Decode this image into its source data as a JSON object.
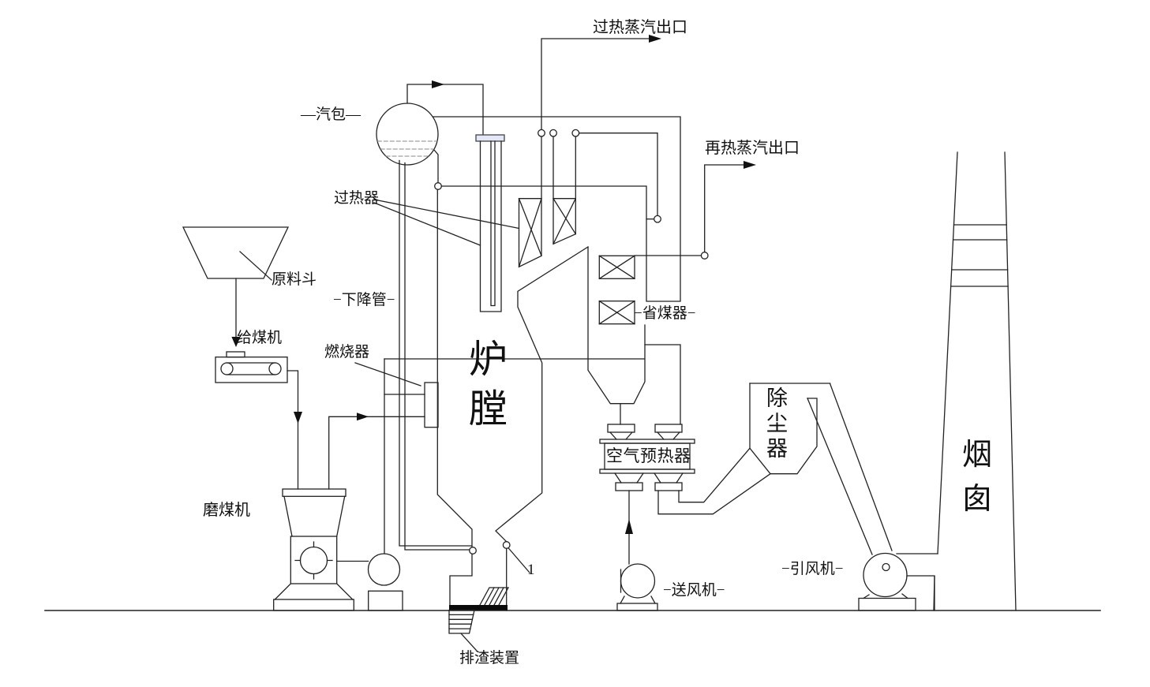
{
  "figure": {
    "type": "process-flow-diagram",
    "subject": "coal-fired boiler steam generation system",
    "colors": {
      "line": "#222222",
      "background": "#ffffff",
      "header_fill": "#e3e7f7",
      "slag_bar_fill": "#0a0a0a",
      "water_level_dash": "#888888"
    }
  },
  "labels": {
    "sh_steam_outlet": "过热蒸汽出口",
    "rh_steam_outlet": "再热蒸汽出口",
    "steam_drum": "—汽包—",
    "superheater": "过热器",
    "downcomer": "−下降管−",
    "burner": "燃烧器",
    "raw_material_hopper": "原料斗",
    "coal_feeder": "给煤机",
    "coal_mill": "磨煤机",
    "furnace": "炉\n膛",
    "economizer": "−省煤器−",
    "air_preheater": "空气预热器",
    "dust_collector": "除\n尘\n器",
    "fd_fan": "−送风机−",
    "id_fan": "−引风机−",
    "chimney": "烟\n囱",
    "slag_device": "排渣装置",
    "marker_1": "1"
  }
}
